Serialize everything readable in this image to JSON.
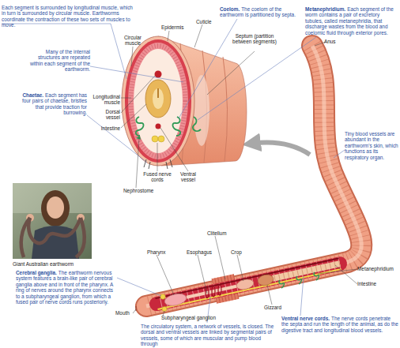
{
  "diagram": {
    "labels": [
      "Each segment is surrounded by longitudinal muscle, which in turn is surrounded by circular muscle. Earthworms coordinate the contraction of these two sets of muscles to move.",
      "Coelom.",
      "The coelom of the earthworm is partitioned by septa.",
      "Metanephridium.",
      "Each segment of the worm contains a pair of excretory tubules, called metanephridia, that discharge wastes from the blood and coelomic fluid through exterior pores.",
      "Many of the internal structures are repeated within each segment of the earthworm.",
      "Chaetae.",
      "Each segment has four pairs of chaetae, bristles that provide traction for burrowing.",
      "Epidermis",
      "Cuticle",
      "Circular muscle",
      "Septum (partition between segments)",
      "Longitudinal muscle",
      "Dorsal vessel",
      "Intestine",
      "Fused nerve cords",
      "Ventral vessel",
      "Nephrostome",
      "Anus",
      "Tiny blood vessels are abundant in the earthworm's skin, which functions as its respiratory organ.",
      "Giant Australian earthworm",
      "Clitellum",
      "Pharynx",
      "Esophagus",
      "Crop",
      "Metanephridium",
      "Intestine",
      "Gizzard",
      "Mouth",
      "Subpharyngeal ganglion",
      "Cerebral ganglia.",
      "The earthworm nervous system features a brain-like pair of cerebral ganglia above and in front of the pharynx. A ring of nerves around the pharynx connects to a subpharyngeal ganglion, from which a fused pair of nerve cords runs posteriorly.",
      "The circulatory system, a network of vessels, is closed. The dorsal and ventral vessels are linked by segmental pairs of vessels, some of which are muscular and pump blood through",
      "Ventral nerve cords.",
      "The nerve cords penetrate the septa and run the length of the animal, as do the digestive tract and longitudinal blood vessels."
    ]
  }
}
